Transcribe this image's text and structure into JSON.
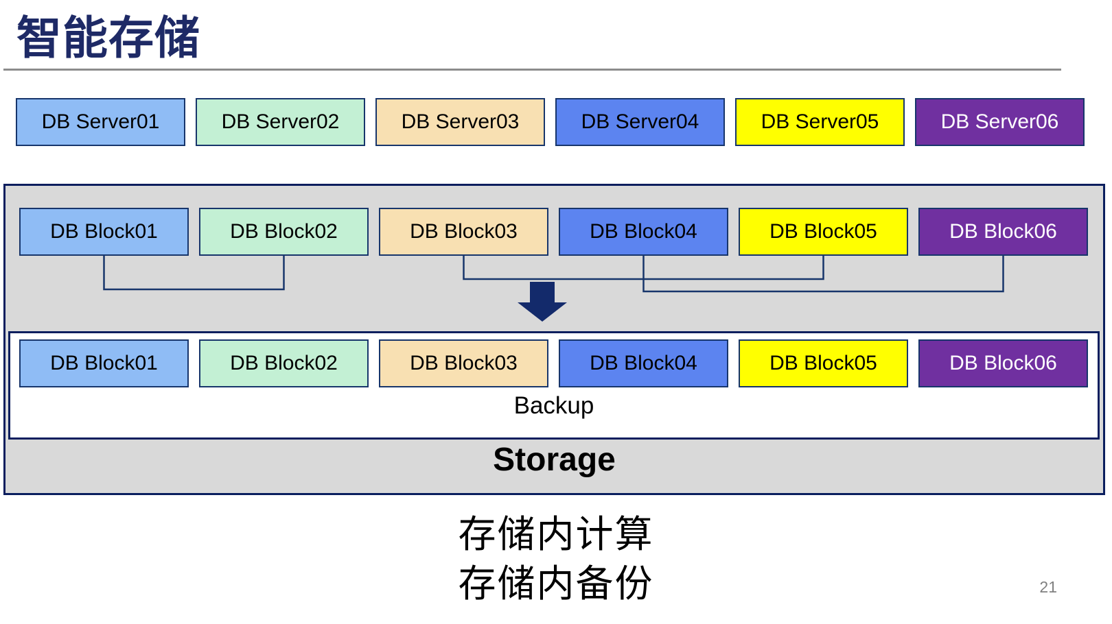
{
  "slide": {
    "title": "智能存储",
    "page_number": "21"
  },
  "palette": {
    "box_fills": [
      "#8FBCF5",
      "#C3F0D4",
      "#F8E0B2",
      "#5C84F0",
      "#FFFF00",
      "#7030A0"
    ],
    "box_text_colors": [
      "#000000",
      "#000000",
      "#000000",
      "#000000",
      "#000000",
      "#FFFFFF"
    ],
    "box_border": "#17356B",
    "container_border": "#0A1E5E",
    "container_bg": "#D9D9D9",
    "connector_color": "#17356B",
    "arrow_color": "#132A6B",
    "divider_color": "#8C8C8C",
    "title_color": "#1E2A66",
    "page_number_color": "#808080"
  },
  "servers": [
    "DB Server01",
    "DB Server02",
    "DB Server03",
    "DB Server04",
    "DB Server05",
    "DB Server06"
  ],
  "storage": {
    "blocks_top": [
      "DB Block01",
      "DB Block02",
      "DB Block03",
      "DB Block04",
      "DB Block05",
      "DB Block06"
    ],
    "blocks_bottom": [
      "DB Block01",
      "DB Block02",
      "DB Block03",
      "DB Block04",
      "DB Block05",
      "DB Block06"
    ],
    "backup_label": "Backup",
    "storage_label": "Storage"
  },
  "caption": {
    "line1": "存储内计算",
    "line2": "存储内备份"
  }
}
